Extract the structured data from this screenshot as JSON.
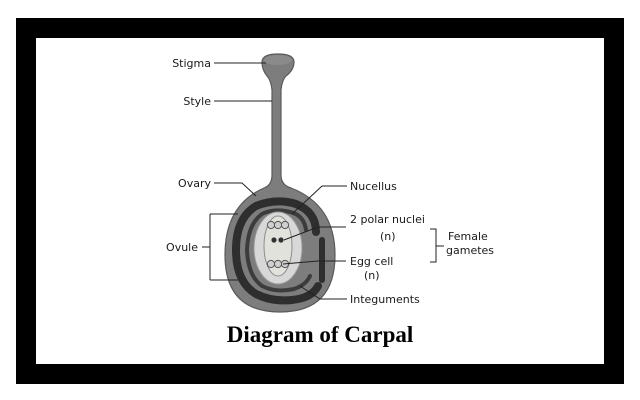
{
  "labels": {
    "stigma": "Stigma",
    "style": "Style",
    "ovary": "Ovary",
    "ovule": "Ovule",
    "nucellus": "Nucellus",
    "polar_nuclei": "2 polar nuclei",
    "polar_nuclei_ploidy": "(n)",
    "egg_cell": "Egg cell",
    "egg_cell_ploidy": "(n)",
    "female": "Female",
    "gametes": "gametes",
    "integuments": "Integuments"
  },
  "title": "Diagram of Carpal",
  "colors": {
    "frame": "#000000",
    "carpel_fill": "#7d7d7d",
    "integument": "#2e2e2e",
    "nucellus": "#d8d8d8",
    "embryo_sac": "#e2e2dc",
    "line": "#222222"
  }
}
